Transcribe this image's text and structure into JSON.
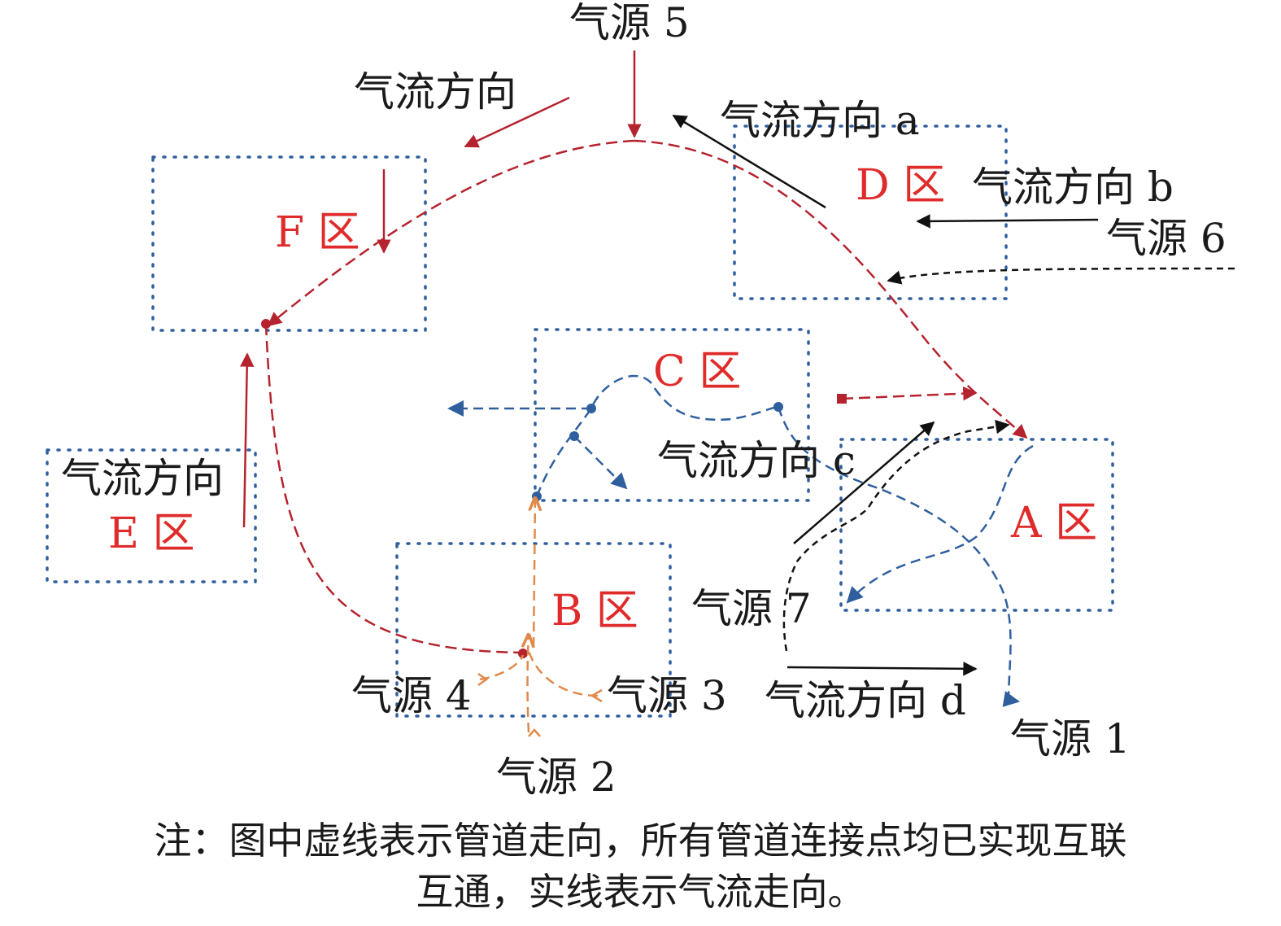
{
  "colors": {
    "red": "#b5232e",
    "zone_text": "#e02b2b",
    "blue": "#2f5f9e",
    "orange": "#e08a4a",
    "black": "#111111",
    "dots": "#2f5f9e"
  },
  "zones": {
    "A": "A 区",
    "B": "B 区",
    "C": "C 区",
    "D": "D 区",
    "E": "E 区",
    "F": "F 区"
  },
  "sources": {
    "s1": "气源 1",
    "s2": "气源 2",
    "s3": "气源 3",
    "s4": "气源 4",
    "s5": "气源 5",
    "s6": "气源 6",
    "s7": "气源 7"
  },
  "flows": {
    "top_left": "气流方向",
    "a": "气流方向 a",
    "b": "气流方向 b",
    "c": "气流方向 c",
    "d": "气流方向 d",
    "e": "气流方向"
  },
  "note": {
    "line1": "注：图中虚线表示管道走向，所有管道连接点均已实现互联",
    "line2": "互通，实线表示气流走向。"
  },
  "icons": [
    "arrowhead-icon",
    "junction-dot-icon"
  ]
}
